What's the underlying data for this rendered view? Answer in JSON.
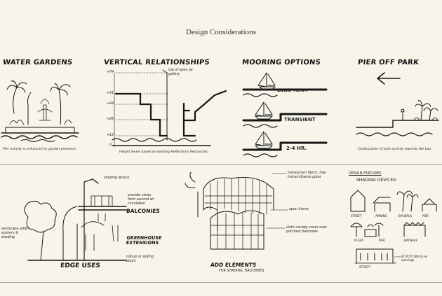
{
  "title": "Design Considerations",
  "panels": {
    "water_gardens": {
      "heading": "WATER GARDENS",
      "caption": "Pier activity is enhanced by garden presence."
    },
    "vertical_relationships": {
      "heading": "VERTICAL RELATIONSHIPS",
      "annotation": "top of open air gallery",
      "levels": [
        "+74",
        "+51",
        "+44",
        "+26",
        "+12",
        "0"
      ],
      "caption": "Height levels based on existing Reflections Restaurant."
    },
    "mooring_options": {
      "heading": "MOORING OPTIONS",
      "options": [
        "LONG TERM",
        "TRANSIENT",
        "2-4 HR."
      ]
    },
    "pier_off_park": {
      "heading": "PIER OFF PARK",
      "caption": "Continuation of park activity towards the bay."
    },
    "edge_uses": {
      "labels": {
        "shading_device": "shading device",
        "provide_views": "provide views from second air circulation",
        "balconies": "BALCONIES",
        "greenhouse": "GREENHOUSE EXTENSIONS",
        "landscape": "landscape adds scenery & shading",
        "roll_up": "roll-up or sliding doors",
        "edge_uses": "EDGE USES"
      }
    },
    "add_elements": {
      "labels": {
        "fabric": "translucent fabric, low-transmittance glass",
        "open_frame": "open frame",
        "cloth_canopy": "cloth canopy cover over porches/ balconies",
        "add_elements": "ADD ELEMENTS",
        "for_shading": "FOR SHADING, BALCONIES"
      }
    },
    "design_features": {
      "heading": "DESIGN FEATURES",
      "subheading": "SHADING DEVICES:",
      "items_row1": [
        "STREET",
        "AWNING",
        "BAYWALK",
        "PIER"
      ],
      "items_row2": [
        "PLAZA",
        "PIER",
        "BAYWALK"
      ],
      "items_row3": [
        "STREET"
      ],
      "stucco": "STUCCO WALLS w/ openings"
    }
  }
}
